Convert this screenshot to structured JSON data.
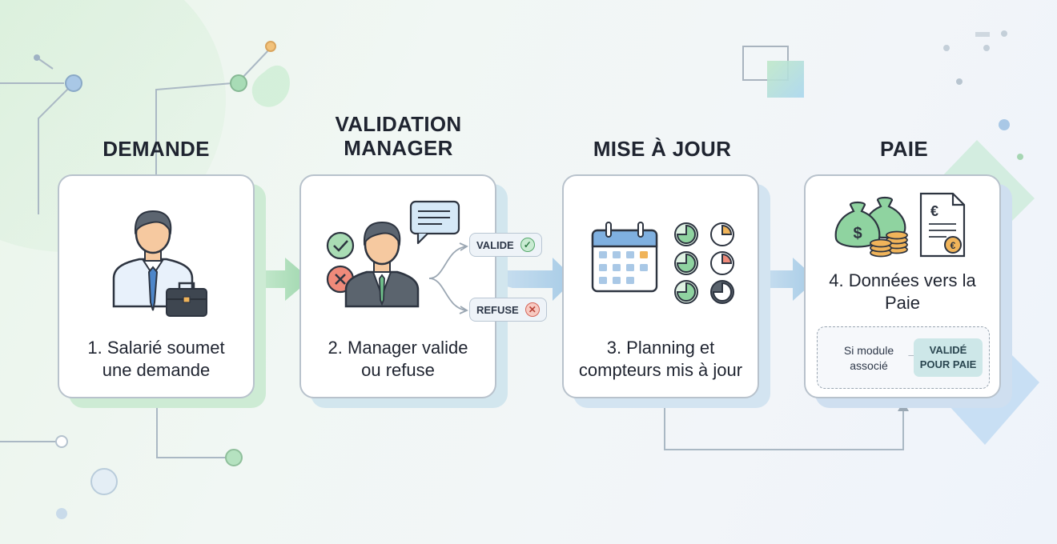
{
  "stages": [
    {
      "title": "DEMANDE",
      "caption": "1. Salarié soumet une demande"
    },
    {
      "title": "VALIDATION MANAGER",
      "caption": "2. Manager valide ou refuse"
    },
    {
      "title": "MISE À JOUR",
      "caption": "3. Planning et compteurs mis à jour"
    },
    {
      "title": "PAIE",
      "caption": "4. Données vers la Paie"
    }
  ],
  "decision": {
    "approve_label": "VALIDE",
    "approve_icon": "check-circle-icon",
    "reject_label": "REFUSE",
    "reject_icon": "x-circle-icon"
  },
  "paie_module": {
    "condition": "Si module associé",
    "arrow": "→",
    "status": "VALIDÉ POUR PAIE"
  },
  "colors": {
    "green": "#8fd3a0",
    "blue": "#9cc5e6",
    "accent_orange": "#f0b45a",
    "error_red": "#ef8a7a"
  }
}
